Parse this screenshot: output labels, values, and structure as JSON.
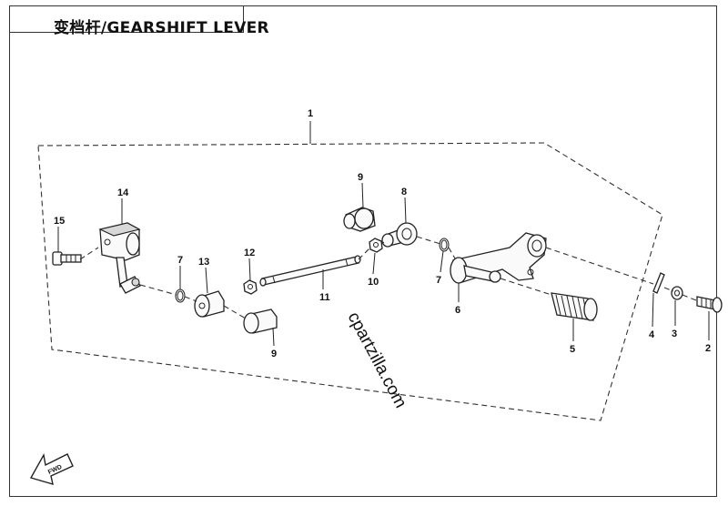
{
  "title": "变档杆/GEARSHIFT LEVER",
  "watermark": "cpartzilla.com",
  "fwd_arrow_label": "FWD",
  "callouts": [
    {
      "id": "c1",
      "text": "1"
    },
    {
      "id": "c2",
      "text": "2"
    },
    {
      "id": "c3",
      "text": "3"
    },
    {
      "id": "c4",
      "text": "4"
    },
    {
      "id": "c5",
      "text": "5"
    },
    {
      "id": "c6",
      "text": "6"
    },
    {
      "id": "c7a",
      "text": "7"
    },
    {
      "id": "c7b",
      "text": "7"
    },
    {
      "id": "c8",
      "text": "8"
    },
    {
      "id": "c9a",
      "text": "9"
    },
    {
      "id": "c9b",
      "text": "9"
    },
    {
      "id": "c10",
      "text": "10"
    },
    {
      "id": "c11",
      "text": "11"
    },
    {
      "id": "c12",
      "text": "12"
    },
    {
      "id": "c13",
      "text": "13"
    },
    {
      "id": "c14",
      "text": "14"
    },
    {
      "id": "c15",
      "text": "15"
    }
  ]
}
